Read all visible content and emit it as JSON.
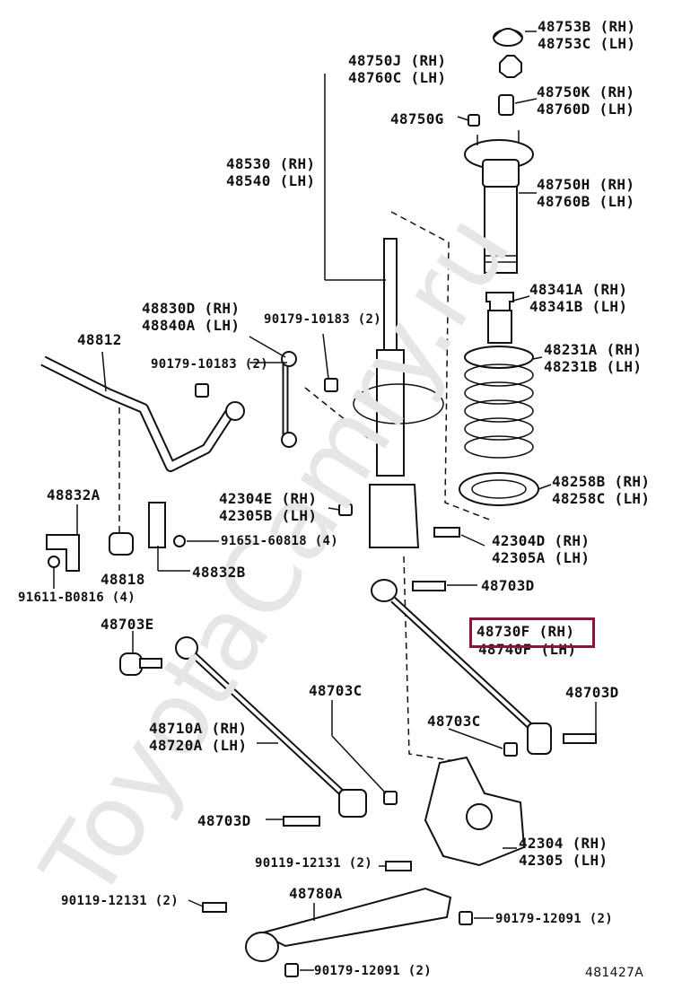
{
  "watermark": "ToyotaCamry.ru",
  "drawing_id": "481427A",
  "highlight_color": "#8b1538",
  "highlight_label": "48730F (RH)",
  "labels": {
    "l48753": [
      "48753B (RH)",
      "48753C (LH)"
    ],
    "l48750j": [
      "48750J (RH)",
      "48760C (LH)"
    ],
    "l48750k": [
      "48750K (RH)",
      "48760D (LH)"
    ],
    "l48750g": "48750G",
    "l48530": [
      "48530 (RH)",
      "48540 (LH)"
    ],
    "l48750h": [
      "48750H (RH)",
      "48760B (LH)"
    ],
    "l48341": [
      "48341A (RH)",
      "48341B (LH)"
    ],
    "l48830": [
      "48830D (RH)",
      "48840A (LH)"
    ],
    "l90179a": "90179-10183 (2)",
    "l48812": "48812",
    "l90179b": "90179-10183 (2)",
    "l48231": [
      "48231A (RH)",
      "48231B (LH)"
    ],
    "l48258": [
      "48258B (RH)",
      "48258C (LH)"
    ],
    "l42304e": [
      "42304E (RH)",
      "42305B (LH)"
    ],
    "l48832a": "48832A",
    "l91651": "91651-60818 (4)",
    "l42304d": [
      "42304D (RH)",
      "42305A (LH)"
    ],
    "l48818": "48818",
    "l48832b": "48832B",
    "l91611": "91611-B0816 (4)",
    "l48703d_a": "48703D",
    "l48703e": "48703E",
    "l48740f": "48740F (LH)",
    "l48703c_a": "48703C",
    "l48703d_b": "48703D",
    "l48710": [
      "48710A (RH)",
      "48720A (LH)"
    ],
    "l48703c_b": "48703C",
    "l48703d_c": "48703D",
    "l42304": [
      "42304 (RH)",
      "42305 (LH)"
    ],
    "l90119a": "90119-12131 (2)",
    "l90119b": "90119-12131 (2)",
    "l48780a": "48780A",
    "l90179c": "90179-12091 (2)",
    "l90179d": "90179-12091 (2)"
  },
  "parts": [
    {
      "name": "strut-mount-cap",
      "label_ref": "48753B"
    },
    {
      "name": "strut-assembly",
      "label_ref": "48530"
    },
    {
      "name": "coil-spring",
      "label_ref": "48231A"
    },
    {
      "name": "stabilizer-bar",
      "label_ref": "48812"
    },
    {
      "name": "stabilizer-link",
      "label_ref": "48830D"
    },
    {
      "name": "lateral-link-rear",
      "label_ref": "48730F"
    },
    {
      "name": "lateral-link-front",
      "label_ref": "48710A"
    },
    {
      "name": "rear-axle-carrier",
      "label_ref": "42304"
    },
    {
      "name": "strut-rod",
      "label_ref": "48780A"
    }
  ]
}
